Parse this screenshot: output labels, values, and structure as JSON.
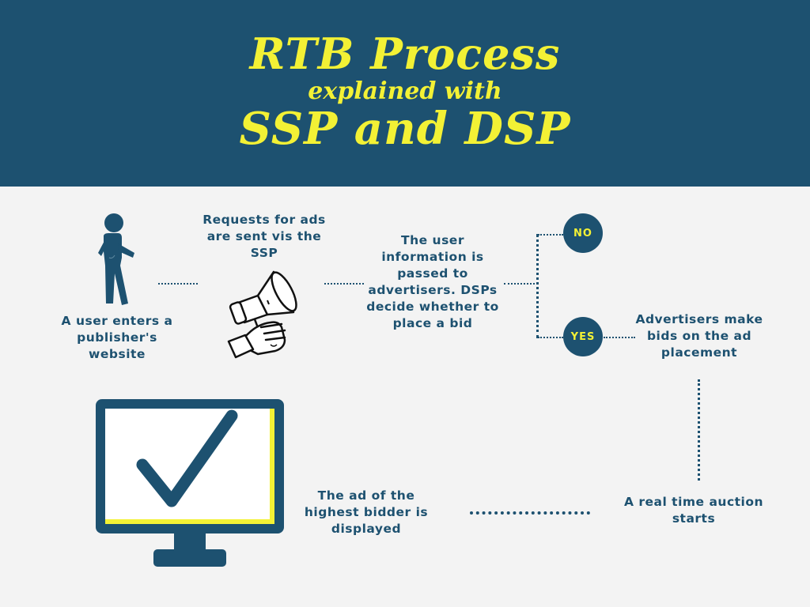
{
  "title": {
    "line1": "RTB Process",
    "line2": "explained with",
    "line3": "SSP and DSP"
  },
  "steps": {
    "user_enters": "A user enters a publisher's website",
    "requests": "Requests for ads are sent vis the SSP",
    "user_info": "The user information is passed to advertisers. DSPs decide whether to place a bid",
    "advertisers_bid": "Advertisers make bids on the ad placement",
    "auction": "A real time auction starts",
    "displayed": "The ad of the highest bidder is displayed"
  },
  "decision": {
    "no_label": "NO",
    "yes_label": "YES"
  },
  "colors": {
    "primary": "#1d5170",
    "accent": "#f3f135",
    "background": "#f3f3f3"
  },
  "icons": {
    "user": "walking-person-icon",
    "megaphone": "megaphone-hand-icon",
    "monitor": "monitor-checkmark-icon"
  }
}
